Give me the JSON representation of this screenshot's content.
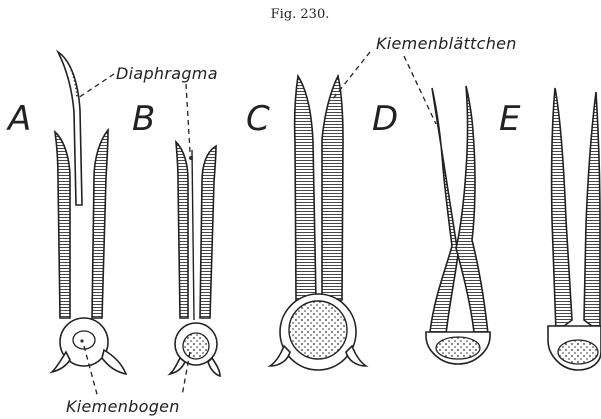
{
  "figure": {
    "title": "Fig. 230.",
    "panels": [
      "A",
      "B",
      "C",
      "D",
      "E"
    ],
    "labels": {
      "diaphragma": "Diaphragma",
      "kiemenblaettchen": "Kiemenblättchen",
      "kiemenbogen": "Kiemenbogen"
    }
  }
}
